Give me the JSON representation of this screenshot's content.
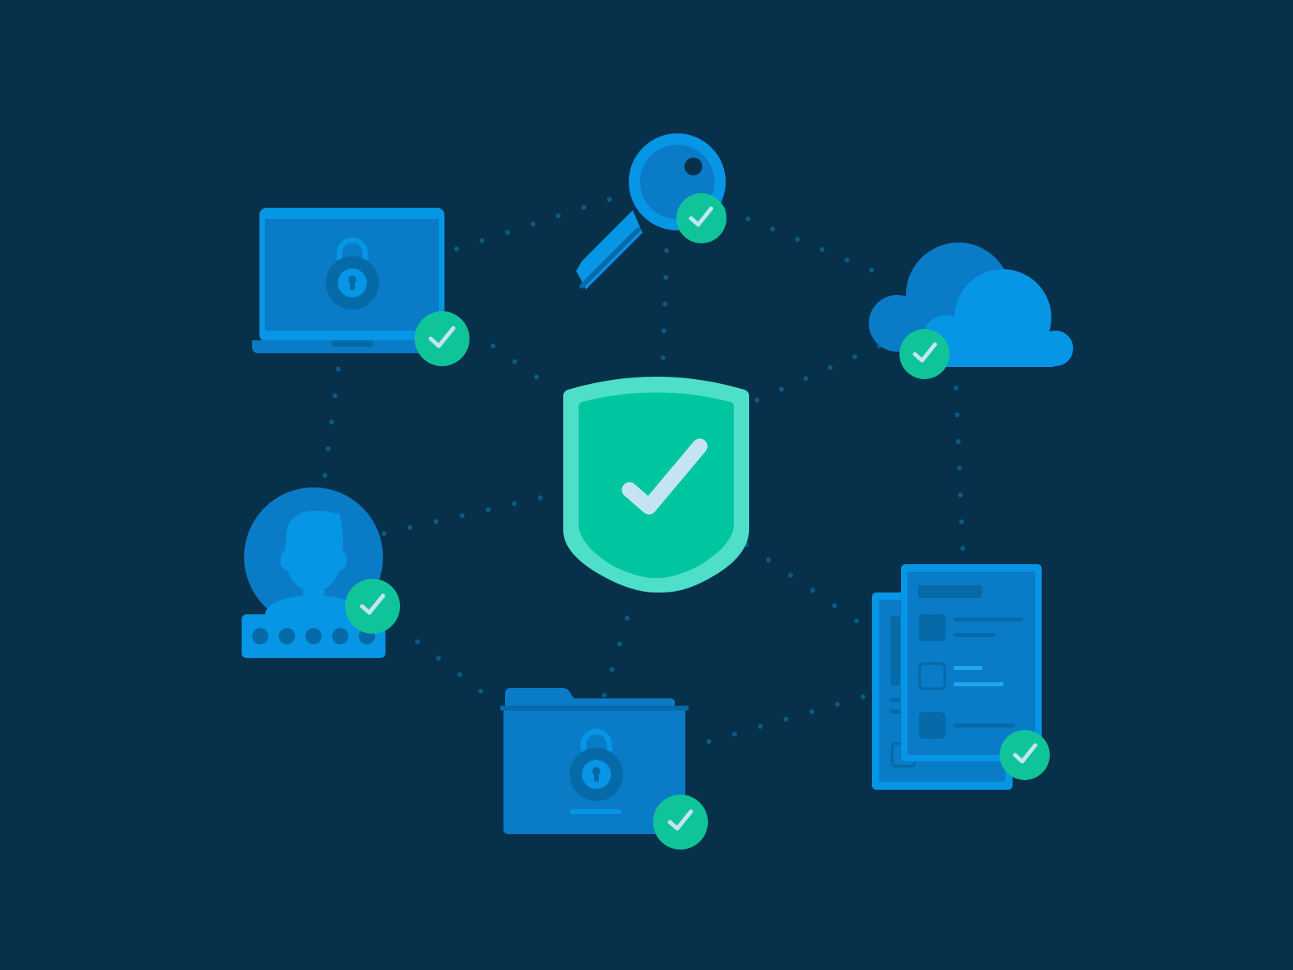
{
  "illustration": {
    "background_color": "#07304A",
    "colors": {
      "blue_primary": "#0795E6",
      "blue_mid": "#0A7BC7",
      "blue_dark": "#0669A8",
      "blue_light": "#1FA8F0",
      "green_badge": "#10C49A",
      "green_shield": "#00C6A0",
      "green_shield_border": "#4EDFC8",
      "check_light": "#C4E4F4",
      "network_dot": "#0C5B86"
    },
    "center": {
      "icon": "shield-check-icon",
      "status": "verified"
    },
    "nodes": [
      {
        "id": "laptop",
        "icon": "laptop-lock-icon",
        "status": "verified"
      },
      {
        "id": "key",
        "icon": "key-icon",
        "status": "verified"
      },
      {
        "id": "cloud",
        "icon": "cloud-icon",
        "status": "verified"
      },
      {
        "id": "documents",
        "icon": "documents-icon",
        "status": "verified"
      },
      {
        "id": "folder",
        "icon": "folder-lock-icon",
        "status": "verified"
      },
      {
        "id": "user",
        "icon": "user-password-icon",
        "status": "verified"
      }
    ]
  }
}
